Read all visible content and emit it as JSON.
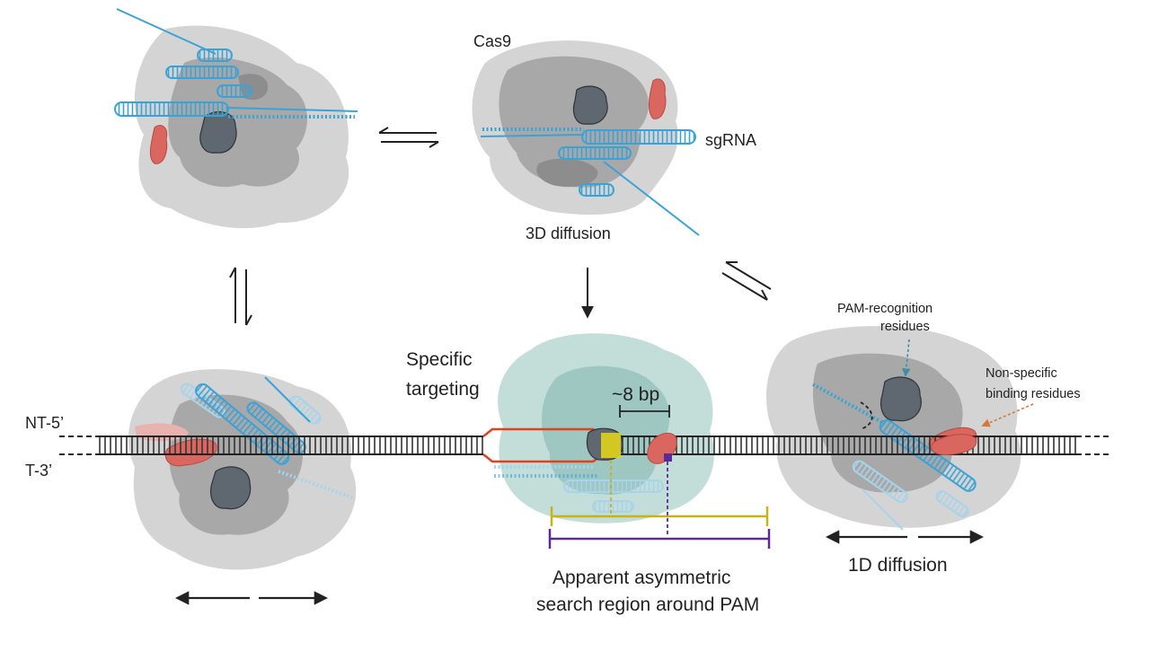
{
  "labels": {
    "cas9": "Cas9",
    "sgrna": "sgRNA",
    "diffusion_3d": "3D diffusion",
    "specific_targeting_line1": "Specific",
    "specific_targeting_line2": "targeting",
    "bp_distance": "~8 bp",
    "nt_strand": "NT-5’",
    "t_strand": "T-3’",
    "pam_recognition_line1": "PAM-recognition",
    "pam_recognition_line2": "residues",
    "nonspecific_line1": "Non-specific",
    "nonspecific_line2": "binding residues",
    "search_region_line1": "Apparent asymmetric",
    "search_region_line2": "search region around PAM",
    "diffusion_1d": "1D diffusion"
  },
  "colors": {
    "protein_outer": "#d4d4d4",
    "protein_mid": "#a8a8a8",
    "protein_core": "#5f6870",
    "protein_targeting": "#a9cfc9",
    "rna": "#3ba2d6",
    "rna_faded": "#a7d4ea",
    "residue": "#d9675f",
    "dna_r_loop": "#e0421f",
    "pam_marker": "#e0d21a",
    "search_yellow": "#c8b21c",
    "search_purple": "#5a2a96",
    "pam_recognition_arrow": "#3c8fa8",
    "nonspecific_arrow": "#d27a3a"
  }
}
